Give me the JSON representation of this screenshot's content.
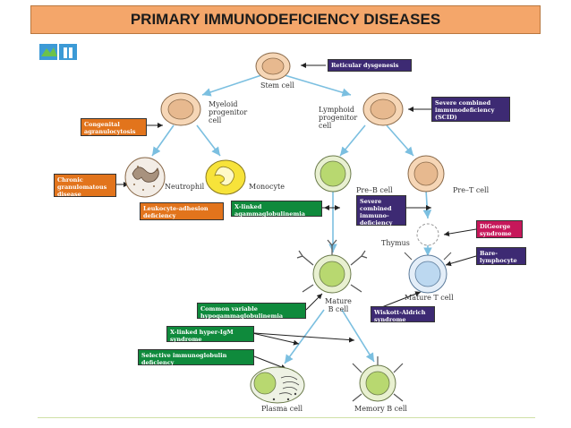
{
  "title": "PRIMARY IMMUNODEFICIENCY DISEASES",
  "cells": {
    "stem": "Stem cell",
    "myeloid": "Myeloid\nprogenitor\ncell",
    "lymphoid": "Lymphoid\nprogenitor\ncell",
    "neutrophil": "Neutrophil",
    "monocyte": "Monocyte",
    "pre_b": "Pre–B cell",
    "pre_t": "Pre–T cell",
    "thymus": "Thymus",
    "mature_b": "Mature\nB cell",
    "mature_t": "Mature T cell",
    "plasma": "Plasma cell",
    "memory_b": "Memory B cell"
  },
  "diseases": {
    "reticular": "Reticular dysgenesis",
    "scid_top": "Severe combined immunodeficiency (SCID)",
    "congenital": "Congenital agranulocytosis",
    "chronic_gran": "Chronic granulomatous disease",
    "lad": "Leukocyte-adhesion deficiency",
    "xla": "X-linked agammaglobulinemia",
    "scid_mid": "Severe combined immuno- deficiency",
    "digeorge": "DiGeorge syndrome",
    "bare_lymph": "Bare-lymphocyte syndrome",
    "cvid": "Common variable hypogammaglobulinemia",
    "wiskott": "Wiskott-Aldrich syndrome",
    "hyper_igm": "X-linked hyper-IgM syndrome",
    "selective": "Selective immunoglobulin deficiency"
  },
  "colors": {
    "title_bg": "#f4a66a",
    "purple": "#3d2a73",
    "orange": "#e2741c",
    "green": "#0f8a3c",
    "magenta": "#c6175a",
    "arrow": "#7bbfe0",
    "cell_outer": "#f6d6b6",
    "cell_nucleus": "#e7b98f"
  }
}
